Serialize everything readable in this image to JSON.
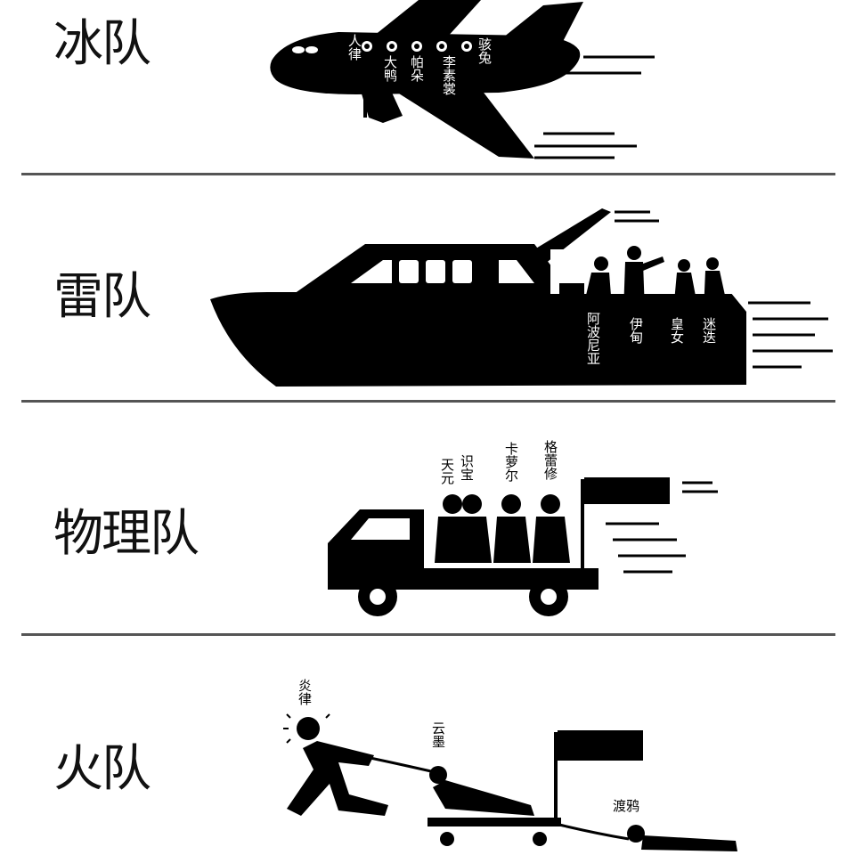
{
  "colors": {
    "ink": "#000000",
    "rule": "#555555",
    "paper": "#ffffff"
  },
  "panels": [
    {
      "team": "冰队",
      "vehicle": "airplane",
      "members": [
        "人律",
        "大鸭",
        "帕朵",
        "李素裳",
        "骇兔"
      ]
    },
    {
      "team": "雷队",
      "vehicle": "yacht",
      "members": [
        "阿波尼亚",
        "伊甸",
        "皇女",
        "迷迭"
      ]
    },
    {
      "team": "物理队",
      "vehicle": "truck",
      "members": [
        "天元",
        "识宝",
        "卡萝尔",
        "格蕾修"
      ]
    },
    {
      "team": "火队",
      "vehicle": "cart-pulled-by-runner",
      "members": [
        "炎律",
        "云墨",
        "渡鸦"
      ]
    }
  ]
}
